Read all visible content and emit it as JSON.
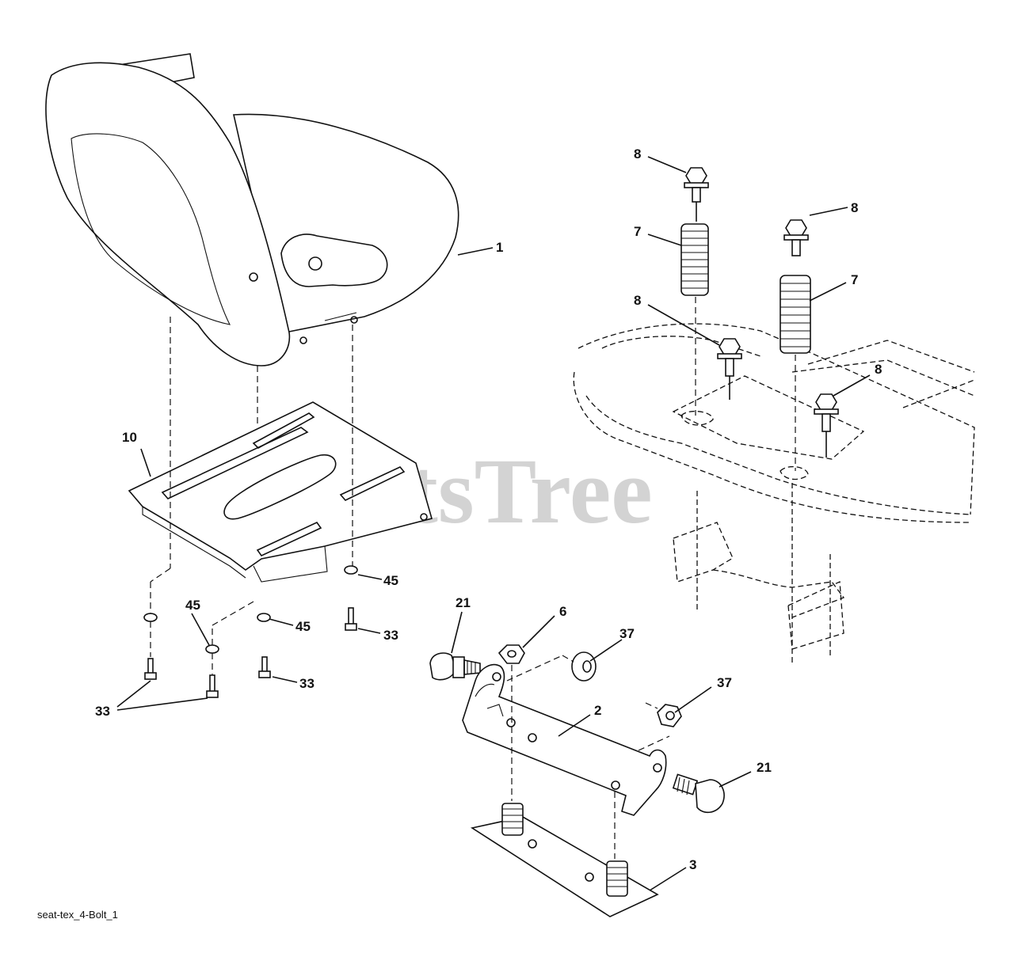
{
  "watermark": "PartsTree",
  "footer_label": "seat-tex_4-Bolt_1",
  "callouts": {
    "seat": "1",
    "seat_pan": "10",
    "spring_top_left": "7",
    "spring_right": "7",
    "bolt_top_left": "8",
    "bolt_top_right": "8",
    "bolt_mid_left": "8",
    "bolt_mid_right": "8",
    "washer_right": "45",
    "washer_left": "45",
    "washer_mid": "45",
    "screw_right": "33",
    "screw_mid": "33",
    "screw_left": "33",
    "shoulder_bolt_left": "21",
    "shoulder_bolt_right": "21",
    "nut": "6",
    "spacer_top": "37",
    "spacer_bottom": "37",
    "bracket": "2",
    "base_plate": "3"
  },
  "colors": {
    "line": "#111111",
    "watermark": "#d3d3d3",
    "background": "#ffffff"
  }
}
